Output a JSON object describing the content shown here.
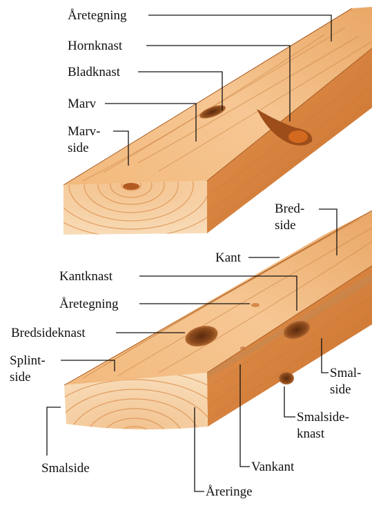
{
  "labels": {
    "aaretegning_top": "Åretegning",
    "hornknast": "Hornknast",
    "bladknast": "Bladknast",
    "marv": "Marv",
    "marvside_1": "Marv-",
    "marvside_2": "side",
    "bredside_1": "Bred-",
    "bredside_2": "side",
    "kant": "Kant",
    "kantknast": "Kantknast",
    "aaretegning_bottom": "Åretegning",
    "bredsideknast": "Bredsideknast",
    "splintside_1": "Splint-",
    "splintside_2": "side",
    "smalside_right_1": "Smal-",
    "smalside_right_2": "side",
    "smalsideknast_1": "Smalside-",
    "smalsideknast_2": "knast",
    "smalside_left": "Smalside",
    "vankant": "Vankant",
    "aareringe": "Åreringe"
  },
  "colors": {
    "wood_top": "#f0b476",
    "wood_side": "#e08a40",
    "wood_end": "#f6d3a6",
    "knot": "#7a3a14",
    "text": "#111111"
  }
}
